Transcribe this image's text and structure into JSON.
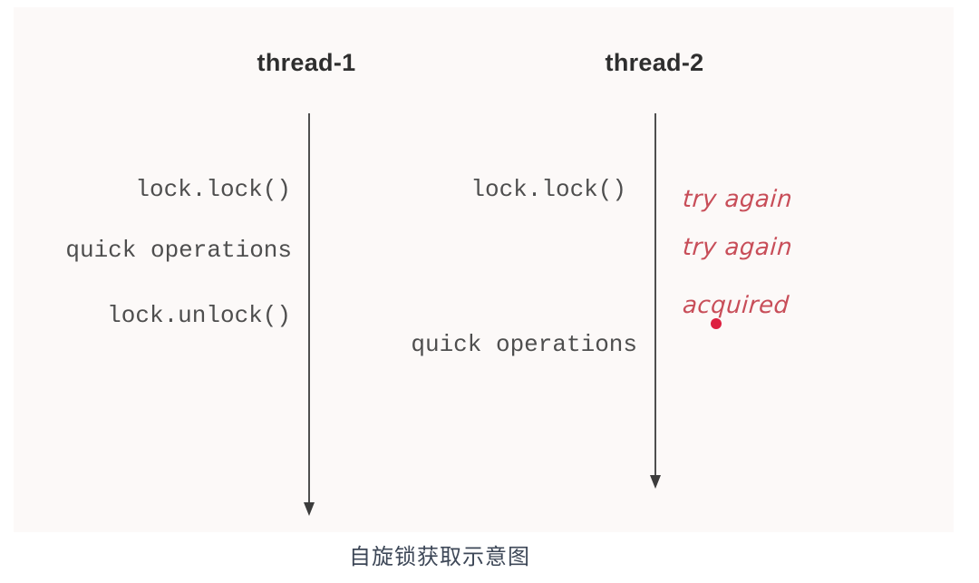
{
  "diagram": {
    "caption": "自旋锁获取示意图",
    "colors": {
      "panel_bg": "#fcf9f8",
      "timeline": "#4f4f4f",
      "code_text": "#4e4e4e",
      "header_text": "#2e2e2e",
      "annotation_red": "#c84e59",
      "dot_red": "#dd2040",
      "caption_text": "#3d4757"
    },
    "threads": [
      {
        "name": "thread-1",
        "steps": [
          {
            "label": "lock.lock()"
          },
          {
            "label": "quick operations"
          },
          {
            "label": "lock.unlock()"
          }
        ]
      },
      {
        "name": "thread-2",
        "steps": [
          {
            "label": "lock.lock()"
          },
          {
            "label": "quick operations"
          }
        ],
        "annotations": [
          {
            "label": "try again"
          },
          {
            "label": "try again"
          },
          {
            "label": "acquired"
          }
        ]
      }
    ]
  }
}
